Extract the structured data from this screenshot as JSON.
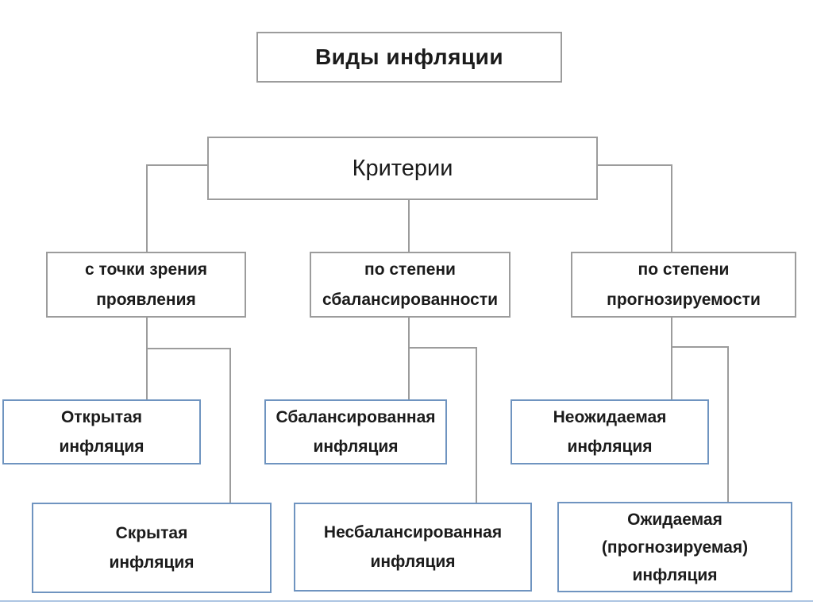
{
  "diagram": {
    "title": "Виды инфляции",
    "root": "Критерии",
    "branches": [
      {
        "id": "manifestation",
        "lines": [
          "с точки зрения",
          "проявления"
        ]
      },
      {
        "id": "balance",
        "lines": [
          "по степени",
          "сбалансированности"
        ]
      },
      {
        "id": "predictability",
        "lines": [
          "по степени",
          "прогнозируемости"
        ]
      }
    ],
    "leaves": [
      {
        "id": "open",
        "lines": [
          "Открытая",
          "инфляция"
        ]
      },
      {
        "id": "hidden",
        "lines": [
          "Скрытая",
          "инфляция"
        ]
      },
      {
        "id": "balanced",
        "lines": [
          "Сбалансированная",
          "инфляция"
        ]
      },
      {
        "id": "unbalanced",
        "lines": [
          "Несбалансированная",
          "инфляция"
        ]
      },
      {
        "id": "unexpected",
        "lines": [
          "Неожидаемая",
          "инфляция"
        ]
      },
      {
        "id": "expected",
        "lines": [
          "Ожидаемая",
          "(прогнозируемая)",
          "инфляция"
        ]
      }
    ],
    "colors": {
      "gray_border": "#9c9c9c",
      "blue_border": "#6f94c0",
      "bottom_rule": "#adc5e2",
      "text": "#1b1b1b"
    }
  }
}
